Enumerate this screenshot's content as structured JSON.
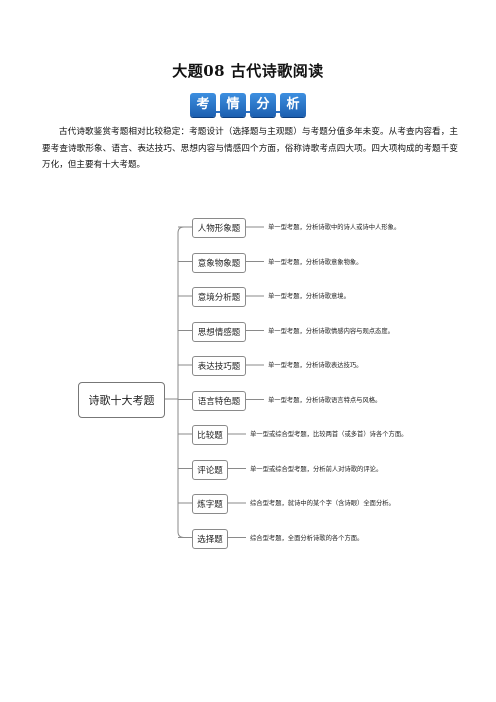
{
  "document": {
    "title": "大题08  古代诗歌阅读",
    "badges": [
      "考",
      "情",
      "分",
      "析"
    ],
    "intro": "古代诗歌鉴赏考题相对比较稳定：考题设计（选择题与主观题）与考题分值多年未变。从考查内容看，主要考查诗歌形象、语言、表达技巧、思想内容与情感四个方面，俗称诗歌考点四大项。四大项构成的考题千变万化，但主要有十大考题。"
  },
  "mindmap": {
    "root": "诗歌十大考题",
    "branches": [
      {
        "label": "人物形象题",
        "desc": "单一型考题，分析诗歌中的诗人或诗中人形象。"
      },
      {
        "label": "意象物象题",
        "desc": "单一型考题，分析诗歌意象物象。"
      },
      {
        "label": "意境分析题",
        "desc": "单一型考题，分析诗歌意境。"
      },
      {
        "label": "思想情感题",
        "desc": "单一型考题，分析诗歌情感内容与观点态度。"
      },
      {
        "label": "表达技巧题",
        "desc": "单一型考题，分析诗歌表达技巧。"
      },
      {
        "label": "语言特色题",
        "desc": "单一型考题，分析诗歌语言特点与风格。"
      },
      {
        "label": "比较题",
        "desc": "单一型或综合型考题，比较两首（或多首）诗各个方面。"
      },
      {
        "label": "评论题",
        "desc": "单一型或综合型考题，分析前人对诗歌的评论。"
      },
      {
        "label": "炼字题",
        "desc": "综合型考题，就诗中的某个字（含诗眼）全面分析。"
      },
      {
        "label": "选择题",
        "desc": "综合型考题，全面分析诗歌的各个方面。"
      }
    ]
  }
}
